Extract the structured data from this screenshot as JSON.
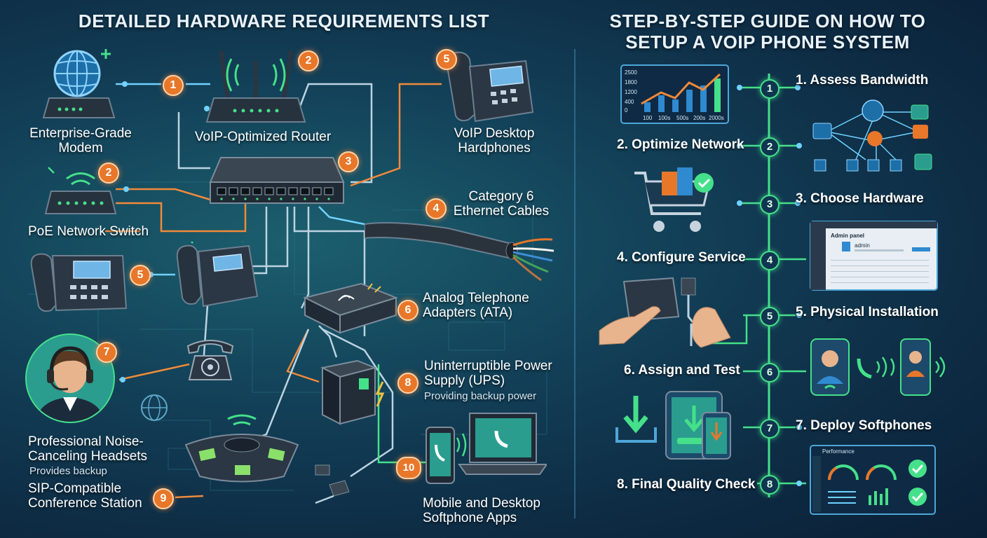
{
  "left": {
    "title": "Detailed Hardware Requirements List",
    "items": [
      {
        "num": "1",
        "label": "Enterprise-Grade Modem"
      },
      {
        "num": "2",
        "label": "VoIP-Optimized Router"
      },
      {
        "num": "2",
        "label": "PoE Network Switch"
      },
      {
        "num": "3",
        "label": ""
      },
      {
        "num": "4",
        "label": "Category 6 Ethernet Cables"
      },
      {
        "num": "5",
        "label": "VoIP Desktop Hardphones"
      },
      {
        "num": "5",
        "label": ""
      },
      {
        "num": "6",
        "label": "Analog Telephone Adapters (ATA)"
      },
      {
        "num": "7",
        "label": "Professional Noise-Canceling Headsets",
        "sub": "Provides backup"
      },
      {
        "num": "8",
        "label": "Uninterruptible Power Supply (UPS)",
        "sub": "Providing backup power"
      },
      {
        "num": "9",
        "label": "SIP-Compatible Conference Station"
      },
      {
        "num": "10",
        "label": "Mobile and Desktop Softphone Apps"
      }
    ]
  },
  "right": {
    "title": "Step-by-Step Guide on How to Setup a VoIP Phone System",
    "steps": [
      {
        "num": "1",
        "label": "1. Assess Bandwidth"
      },
      {
        "num": "2",
        "label": "2. Optimize Network"
      },
      {
        "num": "3",
        "label": "3. Choose Hardware"
      },
      {
        "num": "4",
        "label": "4. Configure Service"
      },
      {
        "num": "5",
        "label": "5. Physical Installation"
      },
      {
        "num": "6",
        "label": "6. Assign and Test"
      },
      {
        "num": "7",
        "label": "7. Deploy Softphones"
      },
      {
        "num": "8",
        "label": "8. Final Quality Check"
      }
    ],
    "bandwidth_chart": {
      "y_ticks": [
        "2500",
        "1800",
        "1200",
        "400",
        "0"
      ],
      "x_ticks": [
        "100",
        "100s",
        "500s",
        "200s",
        "2000s"
      ]
    },
    "admin_panel": {
      "header": "Admin panel",
      "user": "admin"
    },
    "performance_label": "Performance"
  },
  "colors": {
    "accent_orange": "#e8772a",
    "accent_green": "#45e08a",
    "device_dark": "#24313d",
    "screen_blue": "#6fb6e6"
  }
}
